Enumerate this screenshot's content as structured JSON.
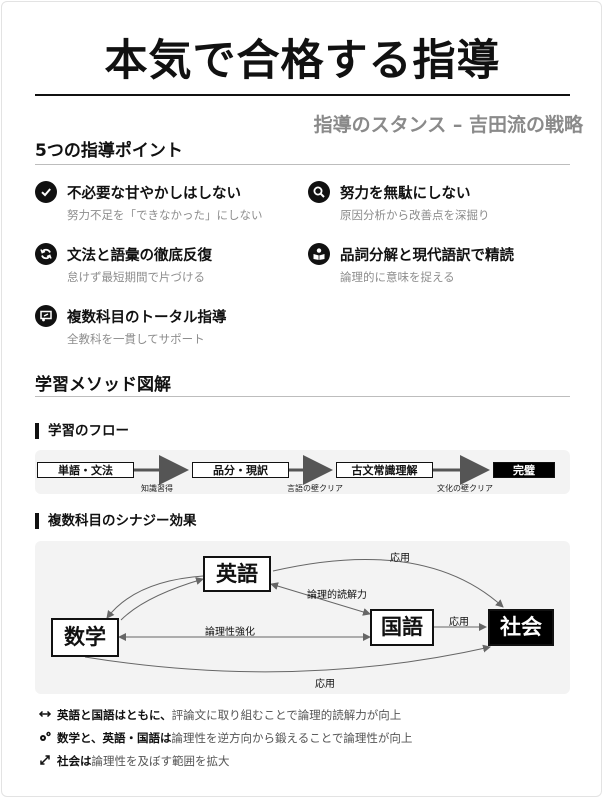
{
  "header": {
    "title": "本気で合格する指導",
    "subtitle": "指導のスタンス – 吉田流の戦略"
  },
  "points_section": {
    "title": "5つの指導ポイント",
    "points": [
      {
        "icon": "check-circle-icon",
        "title": "不必要な甘やかしはしない",
        "desc": "努力不足を「できなかった」にしない"
      },
      {
        "icon": "magnifier-icon",
        "title": "努力を無駄にしない",
        "desc": "原因分析から改善点を深掘り"
      },
      {
        "icon": "refresh-icon",
        "title": "文法と語彙の徹底反復",
        "desc": "怠けず最短期間で片づける"
      },
      {
        "icon": "reader-icon",
        "title": "品詞分解と現代語訳で精読",
        "desc": "論理的に意味を捉える"
      },
      {
        "icon": "board-icon",
        "title": "複数科目のトータル指導",
        "desc": "全教科を一貫してサポート"
      }
    ]
  },
  "method_section": {
    "title": "学習メソッド図解",
    "flow": {
      "heading": "学習のフロー",
      "steps": [
        "単語・文法",
        "品分・現訳",
        "古文常識理解",
        "完璧"
      ],
      "notes": [
        "知識習得",
        "言語の壁クリア",
        "文化の壁クリア"
      ]
    },
    "synergy": {
      "heading": "複数科目のシナジー効果",
      "nodes": {
        "english": "英語",
        "math": "数学",
        "japanese": "国語",
        "social": "社会"
      },
      "labels": {
        "english_social": "応用",
        "english_japanese": "論理的読解力",
        "math_japanese": "論理性強化",
        "japanese_social": "応用",
        "math_social": "応用"
      }
    }
  },
  "notes": [
    {
      "icon": "double-arrow-icon",
      "bold": "英語と国語はともに、",
      "text": "評論文に取り組むことで論理的読解力が向上"
    },
    {
      "icon": "gears-icon",
      "bold": "数学と、英語・国語は",
      "text": "論理性を逆方向から鍛えることで論理性が向上"
    },
    {
      "icon": "expand-icon",
      "bold": "社会は",
      "text": "論理性を及ぼす範囲を拡大"
    }
  ],
  "colors": {
    "accent": "#111111",
    "muted": "#8d8d8d",
    "panel": "#f3f3f3"
  }
}
